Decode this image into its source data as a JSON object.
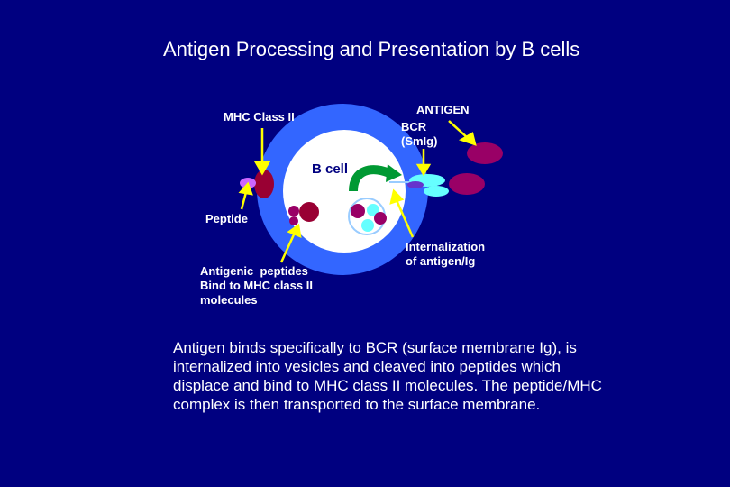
{
  "title": "Antigen Processing and Presentation by B cells",
  "labels": {
    "mhc_class_ii": "MHC Class II",
    "antigen": "ANTIGEN",
    "bcr": "BCR\n(SmIg)",
    "b_cell": "B cell",
    "peptide": "Peptide",
    "antigenic_peptides": "Antigenic  peptides\nBind to MHC class II\nmolecules",
    "internalization": "Internalization\nof antigen/Ig"
  },
  "description": "Antigen binds specifically  to BCR (surface membrane Ig), is internalized into vesicles and cleaved into peptides which displace and bind to MHC class  II molecules.  The peptide/MHC complex  is then transported to the surface membrane.",
  "colors": {
    "background": "#000080",
    "cell_outer": "#3366ff",
    "cell_inner": "#ffffff",
    "arrow": "#ffff00",
    "antigen": "#990066",
    "receptor": "#66ffff",
    "endosome": "#009933",
    "peptide": "#cc66ff"
  }
}
